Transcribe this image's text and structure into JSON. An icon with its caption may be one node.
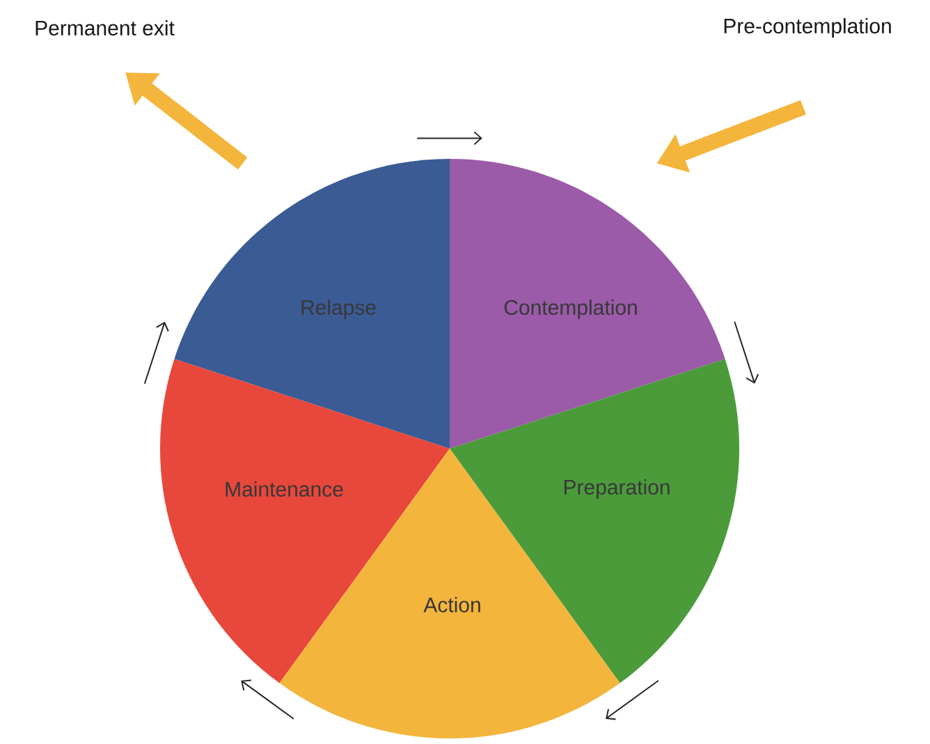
{
  "diagram": {
    "nodes": [
      {
        "text": [
          "Permanent exit"
        ]
      },
      {
        "text": [
          "Pre-contemplation"
        ]
      },
      {
        "text": [
          "Relapse"
        ]
      },
      {
        "text": [
          "Contemplation"
        ]
      },
      {
        "text": [
          "Maintenance"
        ]
      },
      {
        "text": [
          "Preparation"
        ]
      },
      {
        "text": [
          "Action"
        ]
      }
    ],
    "edges": [
      {
        "from": 1,
        "to": 3,
        "arrow": "to",
        "style": "thick",
        "color": "#f4b53c"
      },
      {
        "from": 2,
        "to": 0,
        "arrow": "to",
        "style": "thick",
        "color": "#f4b53c"
      },
      {
        "from": 2,
        "to": 3,
        "arrow": "to"
      },
      {
        "from": 3,
        "to": 5,
        "arrow": "to"
      },
      {
        "from": 5,
        "to": 6,
        "arrow": "to"
      },
      {
        "from": 6,
        "to": 4,
        "arrow": "to"
      },
      {
        "from": 4,
        "to": 2,
        "arrow": "to"
      }
    ]
  }
}
